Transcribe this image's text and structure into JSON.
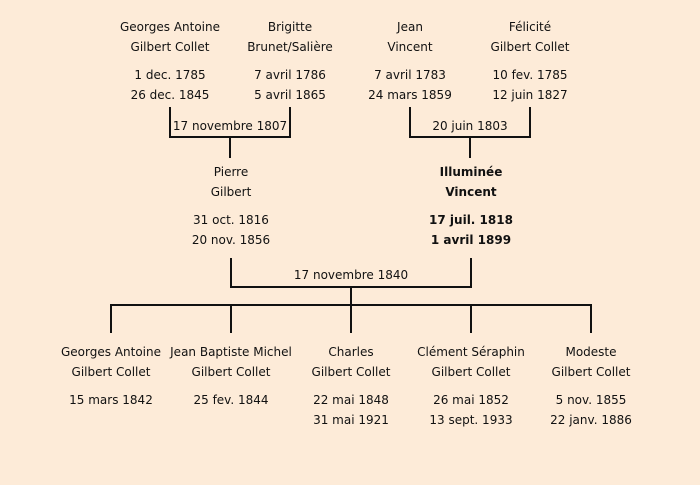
{
  "grandparents": [
    {
      "first": "Georges Antoine",
      "last": "Gilbert Collet",
      "birth": "1 dec. 1785",
      "death": "26 dec. 1845"
    },
    {
      "first": "Brigitte",
      "last": "Brunet/Salière",
      "birth": "7 avril 1786",
      "death": "5 avril 1865"
    },
    {
      "first": "Jean",
      "last": "Vincent",
      "birth": "7 avril 1783",
      "death": "24 mars 1859"
    },
    {
      "first": "Félicité",
      "last": "Gilbert Collet",
      "birth": "10 fev. 1785",
      "death": "12 juin 1827"
    }
  ],
  "grandparent_marriages": [
    "17 novembre 1807",
    "20 juin 1803"
  ],
  "parents": [
    {
      "first": "Pierre",
      "last": "Gilbert",
      "birth": "31 oct. 1816",
      "death": "20 nov. 1856"
    },
    {
      "first": "Illuminée",
      "last": "Vincent",
      "birth": "17 juil. 1818",
      "death": "1 avril 1899"
    }
  ],
  "parent_marriage": "17 novembre 1840",
  "children": [
    {
      "first": "Georges Antoine",
      "last": "Gilbert Collet",
      "birth": "15 mars 1842"
    },
    {
      "first": "Jean Baptiste Michel",
      "last": "Gilbert Collet",
      "birth": "25 fev. 1844"
    },
    {
      "first": "Charles",
      "last": "Gilbert Collet",
      "birth": "22 mai 1848",
      "death": "31 mai 1921"
    },
    {
      "first": "Clément Séraphin",
      "last": "Gilbert Collet",
      "birth": "26 mai 1852",
      "death": "13 sept. 1933"
    },
    {
      "first": "Modeste",
      "last": "Gilbert Collet",
      "birth": "5 nov. 1855",
      "death": "22 janv. 1886"
    }
  ]
}
